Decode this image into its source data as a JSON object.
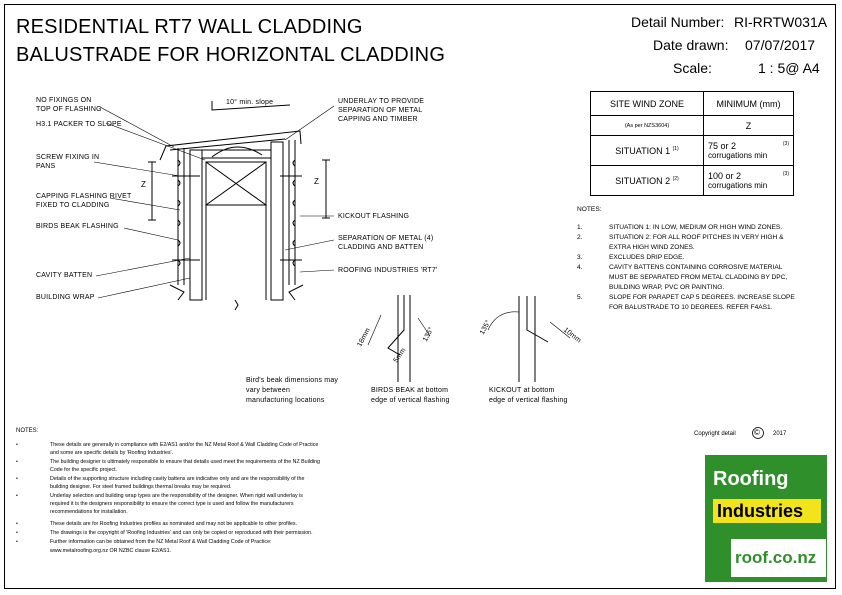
{
  "title": {
    "line1": "RESIDENTIAL RT7 WALL CLADDING",
    "line2": "BALUSTRADE FOR HORIZONTAL CLADDING"
  },
  "header": {
    "detail_label": "Detail Number:",
    "detail_value": "RI-RRTW031A",
    "date_label": "Date drawn:",
    "date_value": "07/07/2017",
    "scale_label": "Scale:",
    "scale_value": "1 : 5@ A4"
  },
  "wind_table": {
    "col1_header": "SITE WIND ZONE",
    "col1_sub": "(As per NZS3604)",
    "col2_header": "MINIMUM (mm)",
    "col2_sub": "Z",
    "rows": [
      {
        "situation": "SITUATION 1",
        "sup": "(1)",
        "value": "75 or 2",
        "value_sup": "(3)",
        "value2": "corrugations min"
      },
      {
        "situation": "SITUATION 2",
        "sup": "(2)",
        "value": "100 or 2",
        "value_sup": "(3)",
        "value2": "corrugations min"
      }
    ]
  },
  "right_notes": {
    "heading": "NOTES:",
    "items": [
      {
        "num": "1.",
        "text": [
          "SITUATION 1: IN LOW, MEDIUM OR HIGH WIND ZONES."
        ]
      },
      {
        "num": "2.",
        "text": [
          "SITUATION 2: FOR ALL ROOF PITCHES IN VERY HIGH &",
          "EXTRA HIGH WIND ZONES."
        ]
      },
      {
        "num": "3.",
        "text": [
          "EXCLUDES DRIP EDGE."
        ]
      },
      {
        "num": "4.",
        "text": [
          "CAVITY BATTENS CONTAINING CORROSIVE MATERIAL",
          "MUST BE SEPARATED FROM METAL CLADDING BY DPC,",
          "BUILDING WRAP, PVC OR PAINTING."
        ]
      },
      {
        "num": "5.",
        "text": [
          "SLOPE FOR PARAPET CAP 5 DEGREES.  INCREASE SLOPE",
          "FOR BALUSTRADE TO 10 DEGREES.  REFER F4AS1."
        ]
      }
    ]
  },
  "drawing_labels": {
    "no_fixings": [
      "NO FIXINGS ON",
      "TOP OF FLASHING"
    ],
    "packer": "H3.1 PACKER TO SLOPE",
    "screw": [
      "SCREW FIXING IN",
      "PANS"
    ],
    "capping": [
      "CAPPING FLASHING RIVET",
      "FIXED TO CLADDING"
    ],
    "birds_beak": "BIRDS BEAK FLASHING",
    "cavity": "CAVITY BATTEN",
    "wrap": "BUILDING WRAP",
    "slope": "10° min. slope",
    "underlay": [
      "UNDERLAY TO PROVIDE",
      "SEPARATION OF METAL",
      "CAPPING AND TIMBER"
    ],
    "kickout": "KICKOUT FLASHING",
    "separation": [
      "SEPARATION OF METAL (4)",
      "CLADDING AND BATTEN"
    ],
    "roofing": "ROOFING INDUSTRIES 'RT7'",
    "z_left": "Z",
    "z_right": "Z"
  },
  "details": {
    "birds_caption": [
      "Bird's beak dimensions may",
      "vary between",
      "manufacturing locations"
    ],
    "birds_title": [
      "BIRDS BEAK at bottom",
      "edge of vertical flashing"
    ],
    "kickout_title": [
      "KICKOUT at bottom",
      "edge of vertical flashing"
    ],
    "dim_18": "18mm",
    "dim_135": "135°",
    "dim_5": "5mm",
    "dim_10": "10mm"
  },
  "copyright": {
    "text": "Copyright detail",
    "symbol": "©",
    "year": "2017"
  },
  "logo": {
    "line1": "Roofing",
    "line2": "Industries",
    "url": "roof.co.nz"
  },
  "bottom_notes": {
    "heading": "NOTES:",
    "items": [
      [
        "These details are generally in compliance with E2/AS1 and/or the NZ Metal Roof & Wall Cladding Code of Practice",
        "and some are specific details by 'Roofing Industries'."
      ],
      [
        "The building designer is ultimately responsible to ensure that details used meet the requirements of the NZ Building",
        "Code for the specific project."
      ],
      [
        "Details of the supporting structure including cavity battens are indicative only and are the responsibility of the",
        "building designer.  For steel framed buildings thermal breaks may be required."
      ],
      [
        "Underlay selection and building wrap types are the responsibility of the designer.  When rigid wall underlay is",
        "required it is the designers responsibility to ensure the correct type is used and follow the manufacturers",
        "recommendations for installation."
      ],
      [
        "These details are for Roofing Industries profiles as nominated and may not be applicable to other profiles."
      ],
      [
        "The drawings is the copyright of 'Roofing Industries' and can only be copied or reproduced with their permission."
      ],
      [
        "Further information can be obtained from the  NZ Metal Roof & Wall Cladding Code of Practice:",
        "www.metalroofing.org.nz OR NZBC clause E2/AS1."
      ]
    ]
  },
  "colors": {
    "logo_green": "#2f8f2a",
    "logo_yellow": "#f3e31a"
  }
}
